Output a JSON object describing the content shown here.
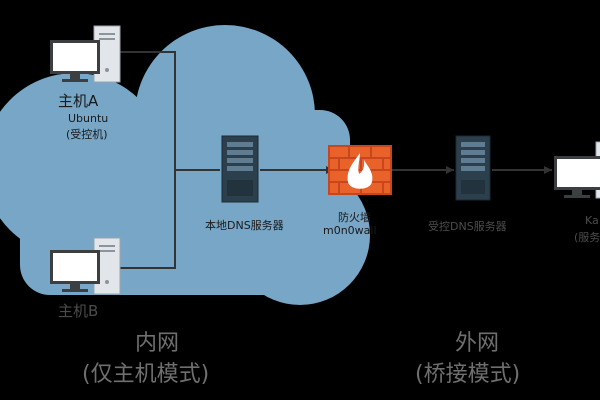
{
  "nodes": {
    "host_a": {
      "name": "主机A",
      "os": "Ubuntu",
      "role": "(受控机)"
    },
    "host_b": {
      "name": "主机B"
    },
    "local_dns": {
      "name": "本地DNS服务器"
    },
    "firewall": {
      "name": "防火墙",
      "product": "m0n0wall"
    },
    "controlled_dns": {
      "name": "受控DNS服务器"
    },
    "kali": {
      "name": "Ka",
      "role": "(服务"
    }
  },
  "zones": {
    "intranet": {
      "title": "内网",
      "mode": "(仅主机模式)"
    },
    "extranet": {
      "title": "外网",
      "mode": "(桥接模式)"
    }
  },
  "colors": {
    "background": "#000000",
    "cloud": "#77a6c6",
    "zone_text": "#6f6f6f",
    "link": "#333333",
    "server": "#2b3f4d",
    "firewall": "#e8622a"
  }
}
